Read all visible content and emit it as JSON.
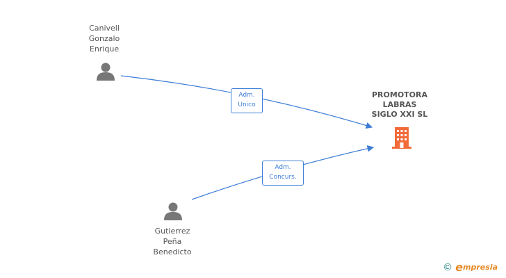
{
  "nodes": {
    "person1": {
      "name": "Canivell\nGonzalo\nEnrique"
    },
    "person2": {
      "name": "Gutierrez\nPeña\nBenedicto"
    },
    "company": {
      "name": "PROMOTORA\nLABRAS\nSIGLO XXI SL"
    }
  },
  "edges": {
    "edge1": {
      "label": "Adm.\nUnico"
    },
    "edge2": {
      "label": "Adm.\nConcurs."
    }
  },
  "footer": {
    "copyright": "©",
    "brand_initial": "e",
    "brand_rest": "mpresia"
  },
  "colors": {
    "edge": "#3d7dd6",
    "company_icon": "#f26b3a",
    "person_icon": "#777777"
  }
}
